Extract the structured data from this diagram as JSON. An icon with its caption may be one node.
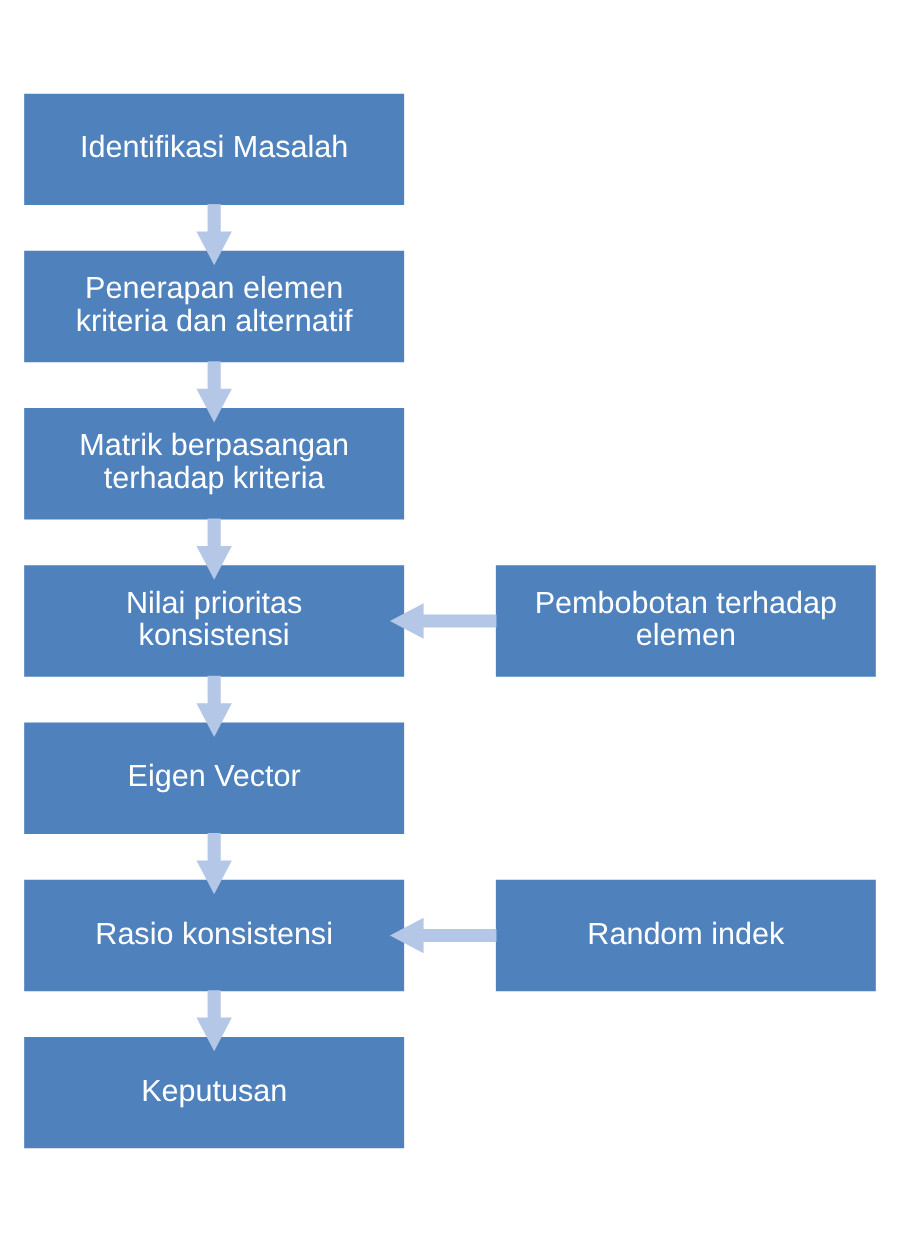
{
  "diagram": {
    "nodes": [
      {
        "text": [
          "Identifikasi Masalah"
        ]
      },
      {
        "text": [
          "Penerapan elemen kriteria dan alternatif"
        ]
      },
      {
        "text": [
          "Matrik berpasangan terhadap kriteria"
        ]
      },
      {
        "text": [
          "Nilai prioritas konsistensi"
        ]
      },
      {
        "text": [
          "Pembobotan terhadap elemen"
        ]
      },
      {
        "text": [
          "Eigen Vector"
        ]
      },
      {
        "text": [
          "Rasio konsistensi"
        ]
      },
      {
        "text": [
          "Random indek"
        ]
      },
      {
        "text": [
          "Keputusan"
        ]
      }
    ],
    "edges": [
      {
        "from": 0,
        "to": 1,
        "arrow": "to"
      },
      {
        "from": 1,
        "to": 2,
        "arrow": "to"
      },
      {
        "from": 2,
        "to": 3,
        "arrow": "to"
      },
      {
        "from": 4,
        "to": 3,
        "arrow": "to"
      },
      {
        "from": 3,
        "to": 5,
        "arrow": "to"
      },
      {
        "from": 5,
        "to": 6,
        "arrow": "to"
      },
      {
        "from": 7,
        "to": 6,
        "arrow": "to"
      },
      {
        "from": 6,
        "to": 8,
        "arrow": "to"
      }
    ]
  }
}
